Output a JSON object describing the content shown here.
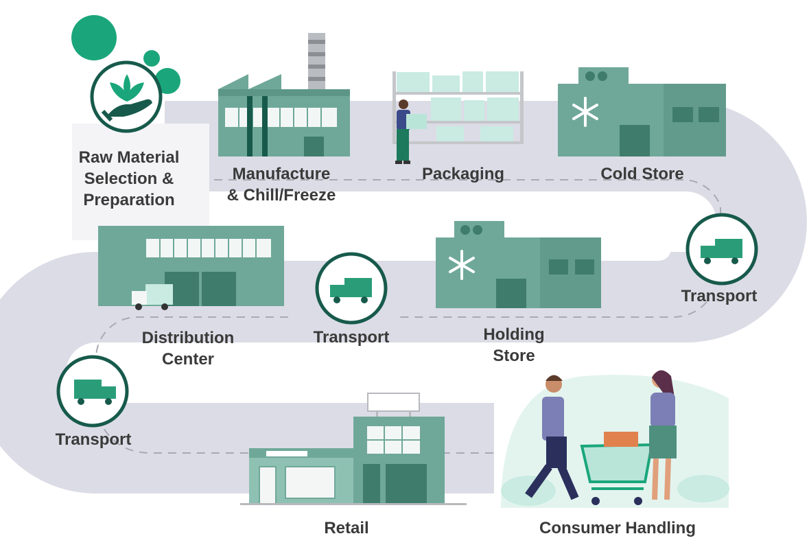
{
  "colors": {
    "road": "#dcdce6",
    "building_main": "#6fa899",
    "building_dark": "#3f7c6b",
    "building_light": "#8fc1b3",
    "accent": "#1aa67a",
    "circle_border": "#175a4b",
    "label": "#3a3a3a"
  },
  "stages": [
    {
      "id": "raw-material",
      "label": [
        "Raw Material",
        "Selection &",
        "Preparation"
      ],
      "icon": "hand-plant-icon"
    },
    {
      "id": "manufacture",
      "label": [
        "Manufacture",
        "& Chill/Freeze"
      ],
      "icon": "factory-icon"
    },
    {
      "id": "packaging",
      "label": [
        "Packaging"
      ],
      "icon": "warehouse-shelves-icon"
    },
    {
      "id": "cold-store",
      "label": [
        "Cold Store"
      ],
      "icon": "cold-store-building-icon"
    },
    {
      "id": "transport-right",
      "label": [
        "Transport"
      ],
      "icon": "truck-icon"
    },
    {
      "id": "holding-store",
      "label": [
        "Holding",
        "Store"
      ],
      "icon": "cold-store-building-icon"
    },
    {
      "id": "transport-middle",
      "label": [
        "Transport"
      ],
      "icon": "truck-icon"
    },
    {
      "id": "distribution-center",
      "label": [
        "Distribution",
        "Center"
      ],
      "icon": "distribution-warehouse-icon"
    },
    {
      "id": "transport-left",
      "label": [
        "Transport"
      ],
      "icon": "truck-icon"
    },
    {
      "id": "retail",
      "label": [
        "Retail"
      ],
      "icon": "retail-store-icon"
    },
    {
      "id": "consumer-handling",
      "label": [
        "Consumer Handling"
      ],
      "icon": "shoppers-cart-icon"
    }
  ]
}
